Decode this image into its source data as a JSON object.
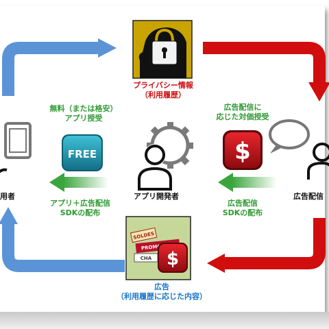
{
  "nodes": {
    "privacy": {
      "line1": "プライバシー情報",
      "line2": "（利用履歴）"
    },
    "developer": {
      "label": "アプリ開発者"
    },
    "ad_distributor": {
      "label": "広告配信"
    },
    "user": {
      "label": "用者"
    },
    "ad": {
      "line1": "広告",
      "line2": "（利用履歴に応じた内容）"
    }
  },
  "flows": {
    "free_app": {
      "line1": "無料（または格安）",
      "line2": "アプリ授受"
    },
    "payment": {
      "line1": "広告配信に",
      "line2": "応じた対価授受"
    },
    "app_sdk": {
      "line1": "アプリ＋広告配信",
      "line2": "SDKの配布"
    },
    "sdk_dist": {
      "line1": "広告配信",
      "line2": "SDKの配布"
    }
  },
  "badges": {
    "free": "FREE",
    "dollar": "$",
    "ad_dollar": "$",
    "soldes": "SOLDES",
    "promotion": "PROMOTION",
    "chance": "CHA"
  },
  "colors": {
    "red": "#d10d0d",
    "blue": "#5b94d6",
    "green": "#2e9a32",
    "olive": "#c9a400",
    "free_badge": "#1f8fa8"
  },
  "icons": [
    "lock-head-icon",
    "gear-person-icon",
    "person-chat-icon",
    "phone-icon",
    "free-badge-icon",
    "dollar-badge-icon",
    "promotion-icon"
  ]
}
